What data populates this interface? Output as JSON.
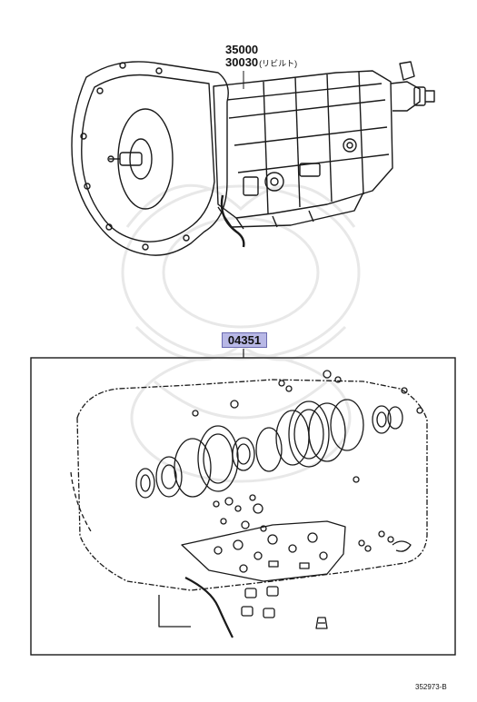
{
  "callouts": {
    "part_number_a": "35000",
    "part_number_b": "30030",
    "part_number_b_note": "(リビルト)",
    "kit_number": "04351"
  },
  "figure_id": "352973-B",
  "colors": {
    "line": "#1a1a1a",
    "kit_highlight": "#b8b8e6",
    "watermark": "#e6e6e6"
  }
}
